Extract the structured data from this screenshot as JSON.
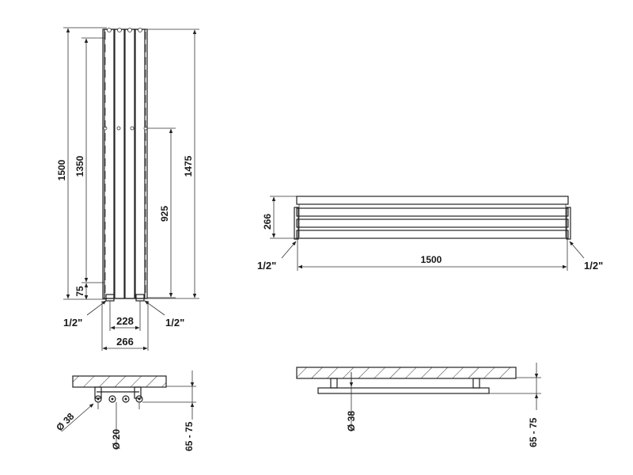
{
  "front_view": {
    "height_total": "1500",
    "height_mount": "1350",
    "height_overall": "1475",
    "center_height": "925",
    "bottom_offset": "75",
    "pipe_left": "1/2\"",
    "pipe_right": "1/2\"",
    "connection_spacing": "228",
    "width": "266"
  },
  "horizontal_view": {
    "height": "266",
    "width": "1500",
    "pipe_left": "1/2\"",
    "pipe_right": "1/2\""
  },
  "section_left": {
    "bracket_dia": "Ø 38",
    "tube_dia": "Ø 20",
    "wall_distance": "65 - 75"
  },
  "section_right": {
    "bracket_dia": "Ø 38",
    "wall_distance": "65 - 75"
  }
}
